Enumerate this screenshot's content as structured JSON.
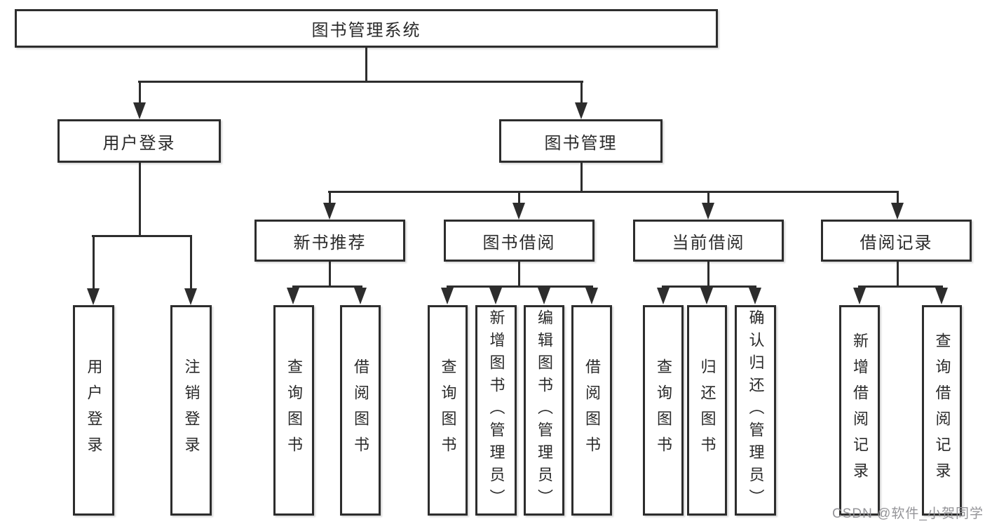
{
  "diagram": {
    "title": "图书管理系统",
    "nodes": {
      "root": "图书管理系统",
      "l2": [
        "用户登录",
        "图书管理"
      ],
      "l3": [
        "新书推荐",
        "图书借阅",
        "当前借阅",
        "借阅记录"
      ],
      "leaves_user": [
        "用户登录",
        "注销登录"
      ],
      "leaves_recommend": [
        "查询图书",
        "借阅图书"
      ],
      "leaves_borrow": [
        "查询图书",
        "新增图书（管理员）",
        "编辑图书（管理员）",
        "借阅图书"
      ],
      "leaves_current": [
        "查询图书",
        "归还图书",
        "确认归还（管理员）"
      ],
      "leaves_record": [
        "新增借阅记录",
        "查询借阅记录"
      ]
    },
    "colors": {
      "line": "#2d2d2d",
      "text": "#2a2a2a",
      "background": "#ffffff",
      "watermark": "#8e8e92"
    }
  },
  "watermark": "CSDN @软件_小贺同学"
}
